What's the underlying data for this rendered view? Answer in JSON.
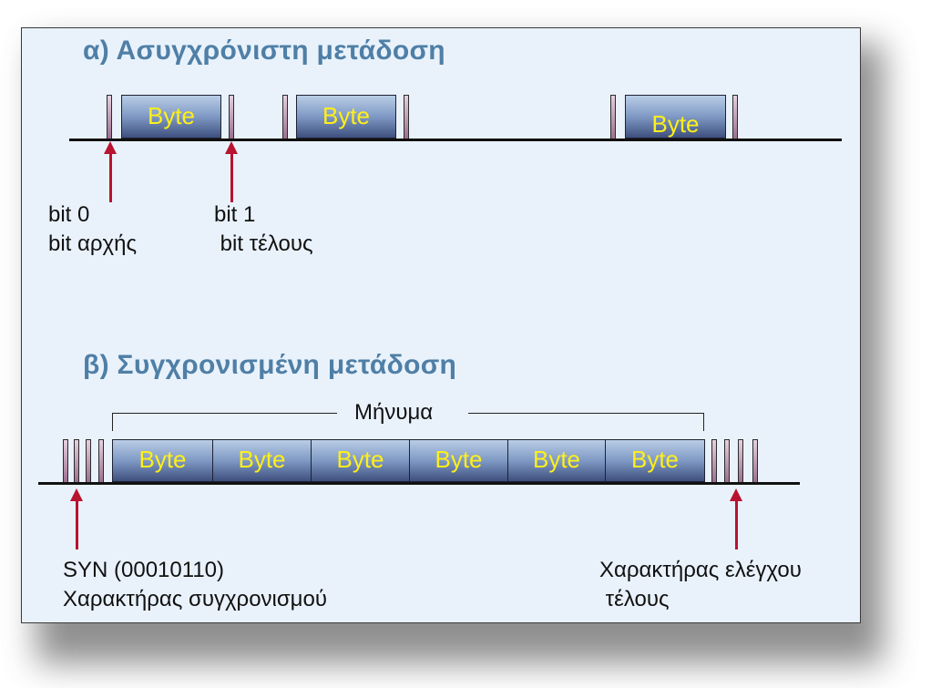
{
  "async": {
    "heading": "α) Ασυγχρόνιστη μετάδοση",
    "byte_label": "Byte",
    "start_bit": {
      "line1": "bit 0",
      "line2": "bit αρχής"
    },
    "stop_bit": {
      "line1": "bit 1",
      "line2": " bit τέλους"
    }
  },
  "sync": {
    "heading": "β) Συγχρονισμένη μετάδοση",
    "message_label": "Μήνυμα",
    "byte_labels": [
      "Byte",
      "Byte",
      "Byte",
      "Byte",
      "Byte",
      "Byte"
    ],
    "syn": {
      "line1": "SYN (00010110)",
      "line2": "Χαρακτήρας συγχρονισμού"
    },
    "check": {
      "line1": "Χαρακτήρας ελέγχου",
      "line2": " τέλους"
    }
  },
  "colors": {
    "heading": "#4f7fa6",
    "byte_text": "#ffef1a",
    "arrow": "#b8132f",
    "panel_bg": "#e9f2fb"
  }
}
